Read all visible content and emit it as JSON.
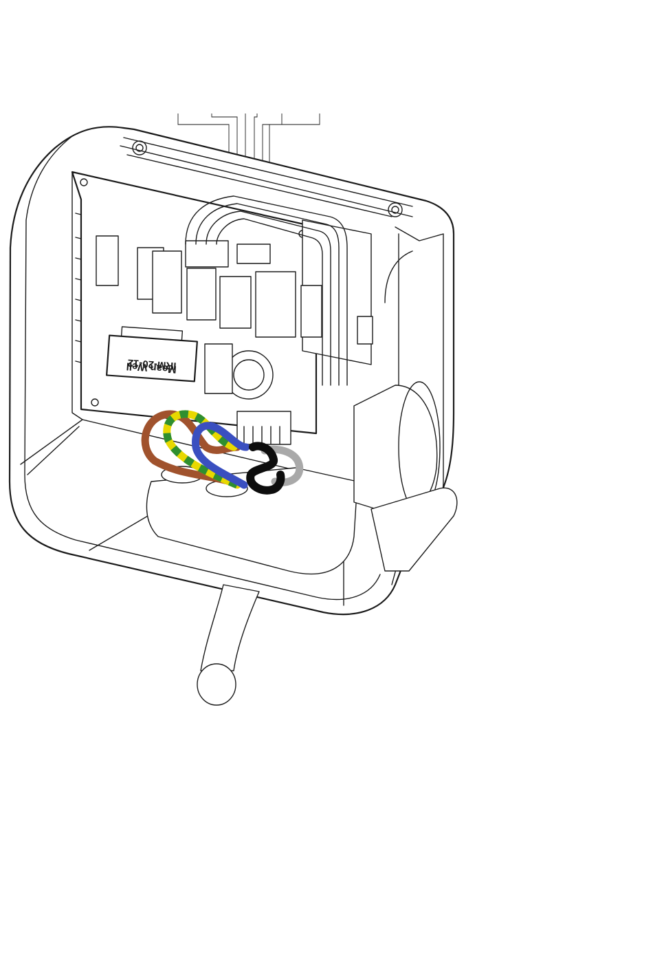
{
  "psu": {
    "brand": "Mean Well",
    "model": "IRM-20-12"
  },
  "wires": [
    {
      "name": "brown-wire",
      "color": "#a0522d"
    },
    {
      "name": "earth-wire",
      "color_a": "#e8d800",
      "color_b": "#2f8f2f"
    },
    {
      "name": "blue-wire",
      "color": "#3a4fc0"
    },
    {
      "name": "black-wire",
      "color": "#0d0d0d"
    },
    {
      "name": "grey-wire",
      "color": "#a9a9a9"
    }
  ],
  "colors": {
    "line": "#1a1a1a",
    "background": "#ffffff"
  }
}
